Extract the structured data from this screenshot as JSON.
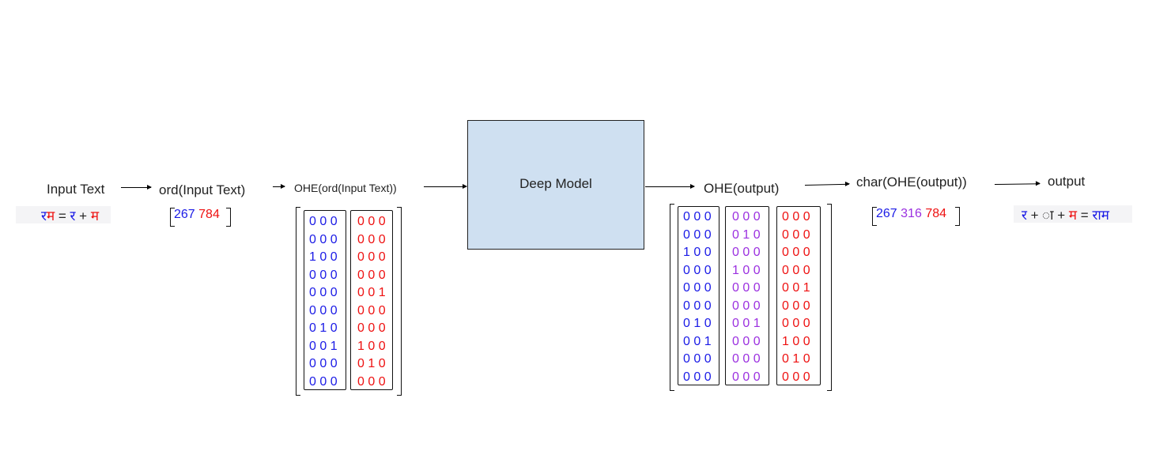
{
  "colors": {
    "blue": "#1a1ae6",
    "red": "#ee1111",
    "purple": "#9b30e0",
    "model_fill": "#cfe0f1"
  },
  "labels": {
    "input_text": "Input Text",
    "ord_input": "ord(Input Text)",
    "ohe_ord": "OHE(ord(Input Text))",
    "deep_model": "Deep Model",
    "ohe_output": "OHE(output)",
    "char_ohe": "char(OHE(output))",
    "output": "output"
  },
  "input_equation": {
    "word_r": "र",
    "word_m": "म",
    "eq": " = ",
    "r": "र",
    "plus": " + ",
    "m": "म"
  },
  "ord_vector": {
    "v1": "267",
    "v2": "784"
  },
  "input_matrix": {
    "col1": [
      "0 0 0",
      "0 0 0",
      "1 0 0",
      "0 0 0",
      "0 0 0",
      "0 0 0",
      "0 1 0",
      "0 0 1",
      "0 0 0",
      "0 0 0"
    ],
    "col2": [
      "0 0 0",
      "0 0 0",
      "0 0 0",
      "0 0 0",
      "0 0 1",
      "0 0 0",
      "0 0 0",
      "1 0 0",
      "0 1 0",
      "0 0 0"
    ]
  },
  "output_matrix": {
    "col1": [
      "0 0 0",
      "0 0 0",
      "1 0 0",
      "0 0 0",
      "0 0 0",
      "0 0 0",
      "0 1 0",
      "0 0 1",
      "0 0 0",
      "0 0 0"
    ],
    "col2": [
      "0 0 0",
      "0 1 0",
      "0 0 0",
      "1 0 0",
      "0 0 0",
      "0 0 0",
      "0 0 1",
      "0 0 0",
      "0 0 0",
      "0 0 0"
    ],
    "col3": [
      "0 0 0",
      "0 0 0",
      "0 0 0",
      "0 0 0",
      "0 0 1",
      "0 0 0",
      "0 0 0",
      "1 0 0",
      "0 1 0",
      "0 0 0"
    ]
  },
  "char_vector": {
    "v1": "267",
    "v2": "316",
    "v3": "784"
  },
  "output_equation": {
    "r": "र",
    "plus1": " + ",
    "aa": "ा",
    "plus2": " +  ",
    "m": "म",
    "eq": " = ",
    "result": "राम"
  }
}
